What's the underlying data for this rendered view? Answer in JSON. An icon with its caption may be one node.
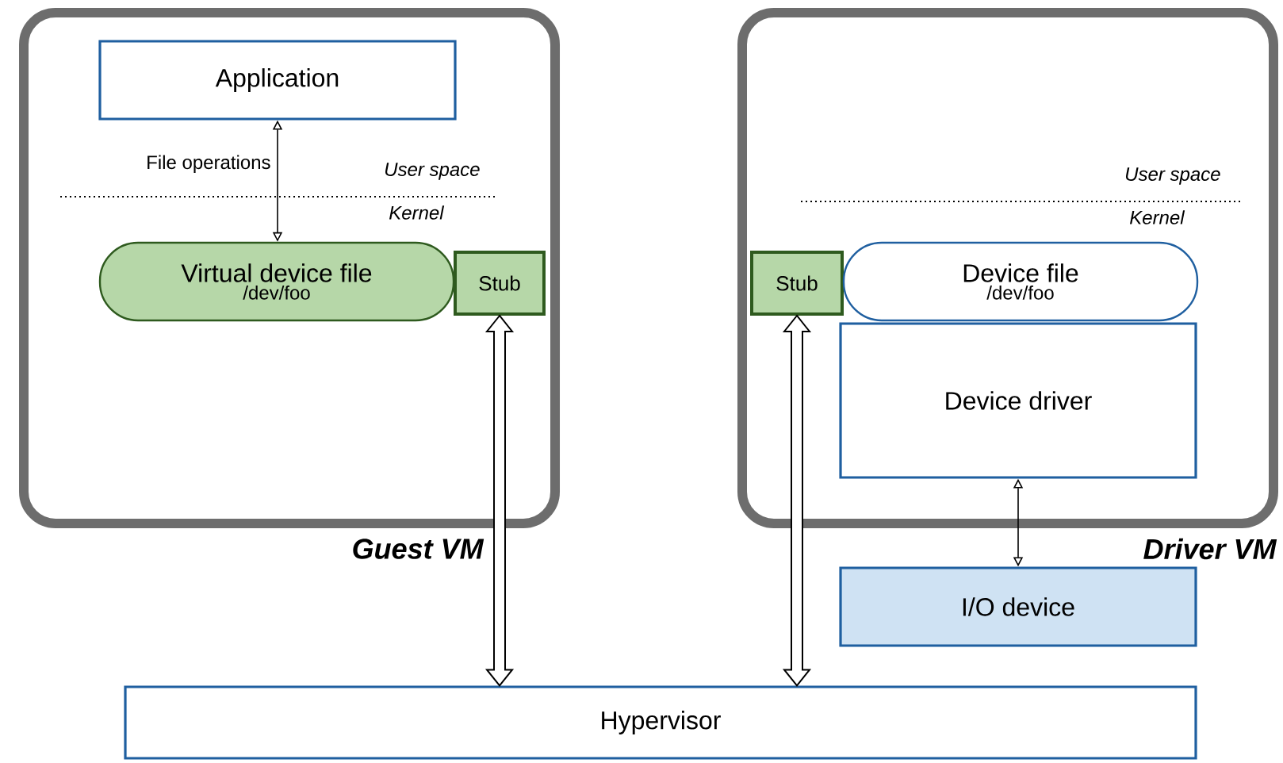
{
  "diagram": {
    "nodes": [
      {
        "text": [
          "Guest VM"
        ]
      },
      {
        "text": [
          "Application"
        ],
        "in": 0
      },
      {
        "text": [
          "Virtual device file",
          "/dev/foo"
        ],
        "in": 0
      },
      {
        "text": [
          "Stub"
        ],
        "in": 0
      },
      {
        "text": [
          "Driver VM"
        ]
      },
      {
        "text": [
          "Stub"
        ],
        "in": 4
      },
      {
        "text": [
          "Device file",
          "/dev/foo"
        ],
        "in": 4
      },
      {
        "text": [
          "Device driver"
        ],
        "in": 4
      },
      {
        "text": [
          "I/O device"
        ]
      },
      {
        "text": [
          "Hypervisor"
        ]
      }
    ],
    "edges": [
      {
        "from": 1,
        "to": 2,
        "arrow": "both",
        "label": "File operations"
      },
      {
        "from": 3,
        "to": 9,
        "arrow": "both",
        "style": "thick"
      },
      {
        "from": 5,
        "to": 9,
        "arrow": "both",
        "style": "thick"
      },
      {
        "from": 7,
        "to": 8,
        "arrow": "both"
      }
    ],
    "labels": [
      "User space",
      "Kernel",
      "User space",
      "Kernel"
    ]
  }
}
